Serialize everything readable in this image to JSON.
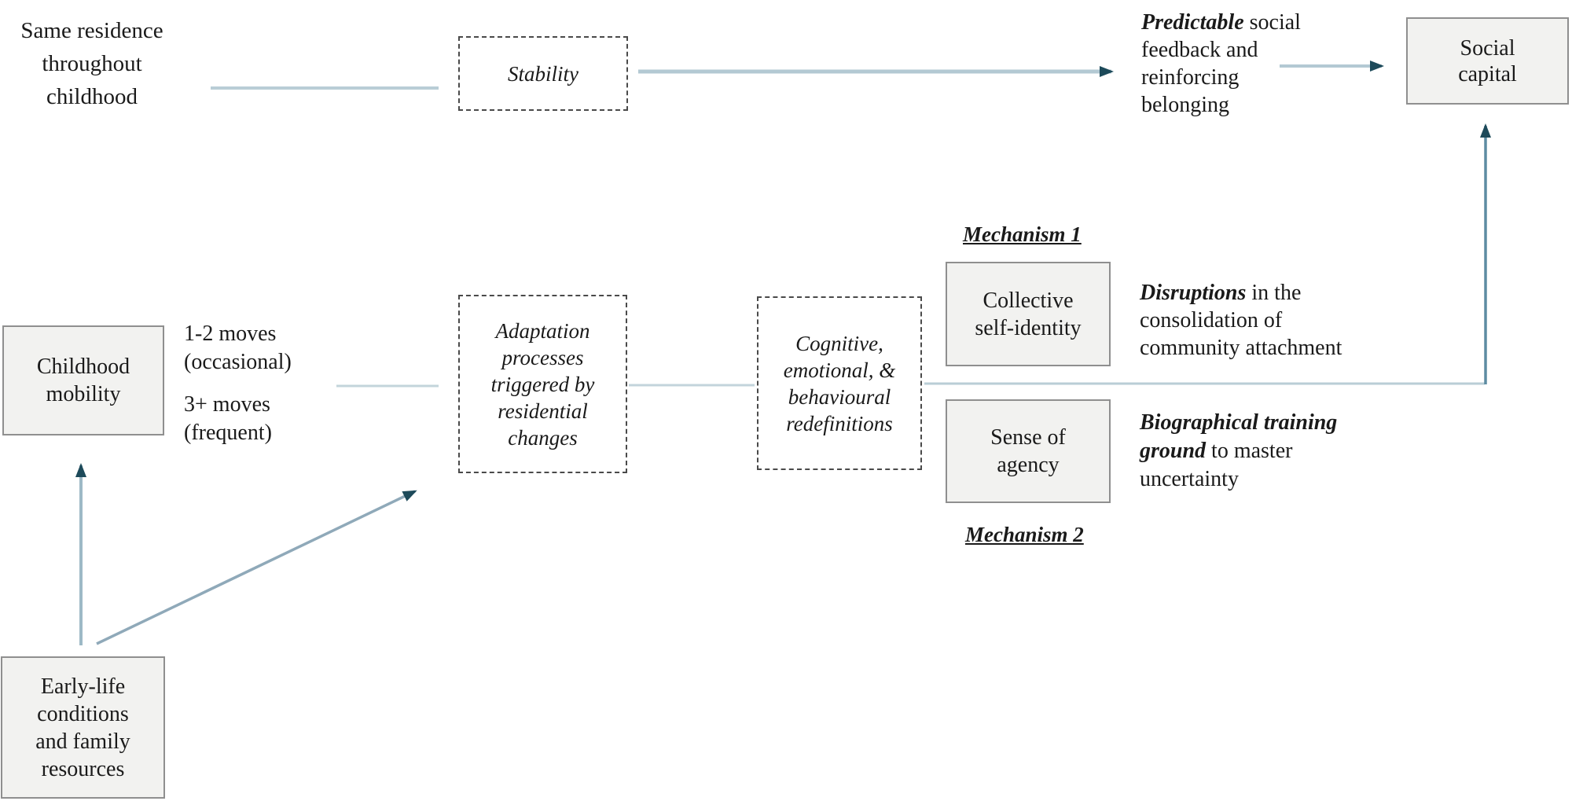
{
  "figure": {
    "description": "Conceptual model linking childhood residential mobility to social capital via adaptation mechanisms"
  },
  "colors": {
    "box_fill": "#f2f2f0",
    "box_border": "#8f8f8f",
    "dashed_border": "#4a4a4a",
    "connector_light": "#b9cdd6",
    "arrow_shaft_medium": "#9db9c6",
    "arrow_shaft_dark": "#5d8ca2",
    "arrowhead": "#1d4a5a",
    "text": "#1a1a1a"
  },
  "nodes": {
    "same_residence": {
      "line1": "Same residence",
      "line2": "throughout",
      "line3": "childhood"
    },
    "stability": {
      "label": "Stability"
    },
    "predictable": {
      "bold": "Predictable",
      "rest1": " social",
      "line2": "feedback and",
      "line3": "reinforcing",
      "line4": "belonging"
    },
    "social_capital": {
      "line1": "Social",
      "line2": "capital"
    },
    "childhood_mobility": {
      "line1": "Childhood",
      "line2": "mobility"
    },
    "moves_occasional": {
      "line1": "1-2 moves",
      "line2": "(occasional)"
    },
    "moves_frequent": {
      "line1": "3+ moves",
      "line2": "(frequent)"
    },
    "adaptation": {
      "line1": "Adaptation",
      "line2": "processes",
      "line3": "triggered by",
      "line4": "residential",
      "line5": "changes"
    },
    "cognitive": {
      "line1": "Cognitive,",
      "line2": "emotional, &",
      "line3": "behavioural",
      "line4": "redefinitions"
    },
    "mechanism1": {
      "label": "Mechanism 1"
    },
    "collective": {
      "line1": "Collective",
      "line2": "self-identity"
    },
    "disruptions": {
      "bold": "Disruptions",
      "rest1": " in the",
      "line2": "consolidation of",
      "line3": "community attachment"
    },
    "sense_agency": {
      "line1": "Sense of",
      "line2": "agency"
    },
    "biographical": {
      "bold1": "Biographical training",
      "bold2": "ground",
      "rest2": " to master",
      "line3": "uncertainty"
    },
    "mechanism2": {
      "label": "Mechanism 2"
    },
    "early_life": {
      "line1": "Early-life",
      "line2": "conditions",
      "line3": "and family",
      "line4": "resources"
    }
  }
}
